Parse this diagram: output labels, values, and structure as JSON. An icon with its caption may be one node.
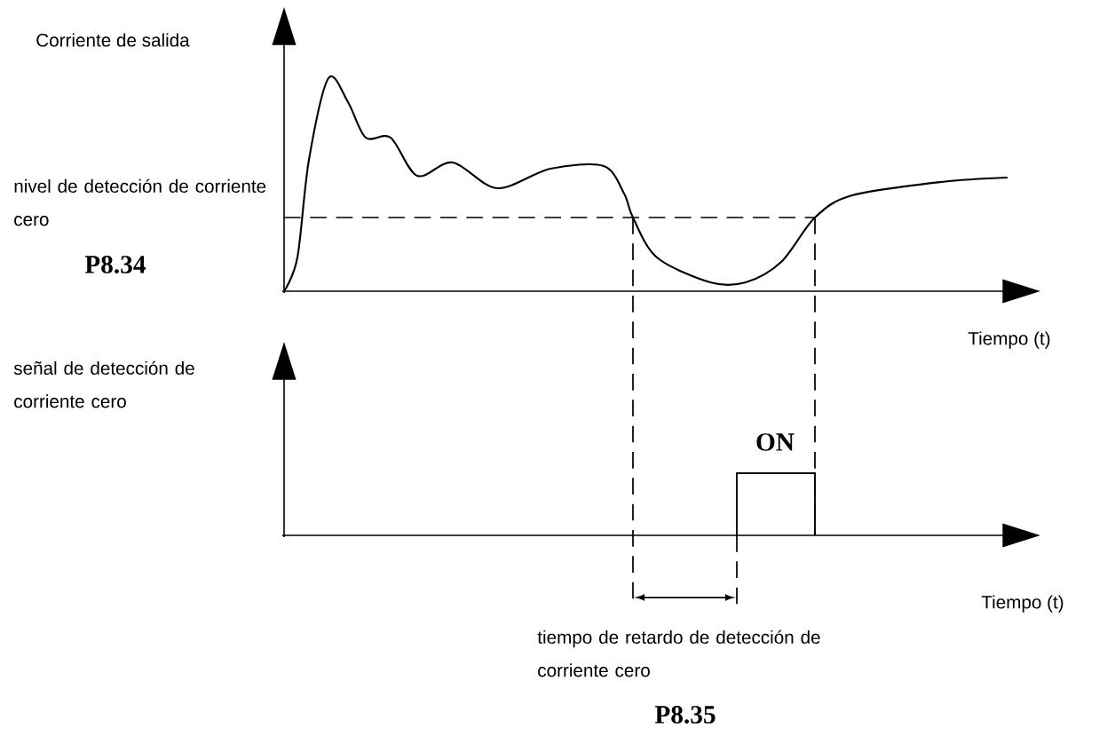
{
  "diagram": {
    "labels": [
      "Corriente de salida",
      "nivel de detección de corriente cero",
      "P8.34",
      "Tiempo (t)",
      "señal de detección de corriente cero",
      "ON",
      "Tiempo (t)",
      "tiempo de retardo de detección de corriente cero",
      "P8.35"
    ]
  }
}
